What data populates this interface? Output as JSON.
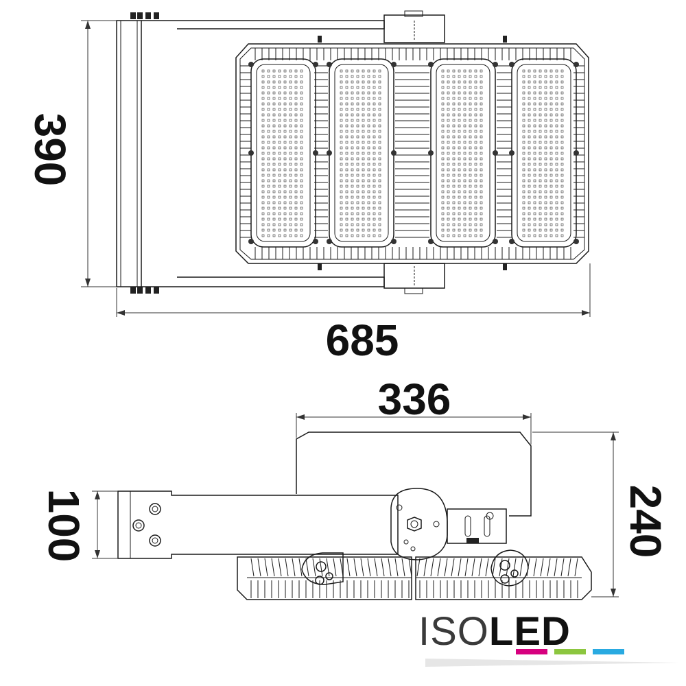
{
  "dimensions": {
    "top_view": {
      "height": "390",
      "width": "685"
    },
    "side_view": {
      "depth": "336",
      "bracket_height": "100",
      "total_height": "240"
    }
  },
  "logo": {
    "part_light": "ISO",
    "part_bold": "LED",
    "colors": {
      "light": "#3a3a3a",
      "bold": "#111111",
      "bars": [
        "#d6007e",
        "#8cc63f",
        "#29aae1"
      ]
    }
  }
}
